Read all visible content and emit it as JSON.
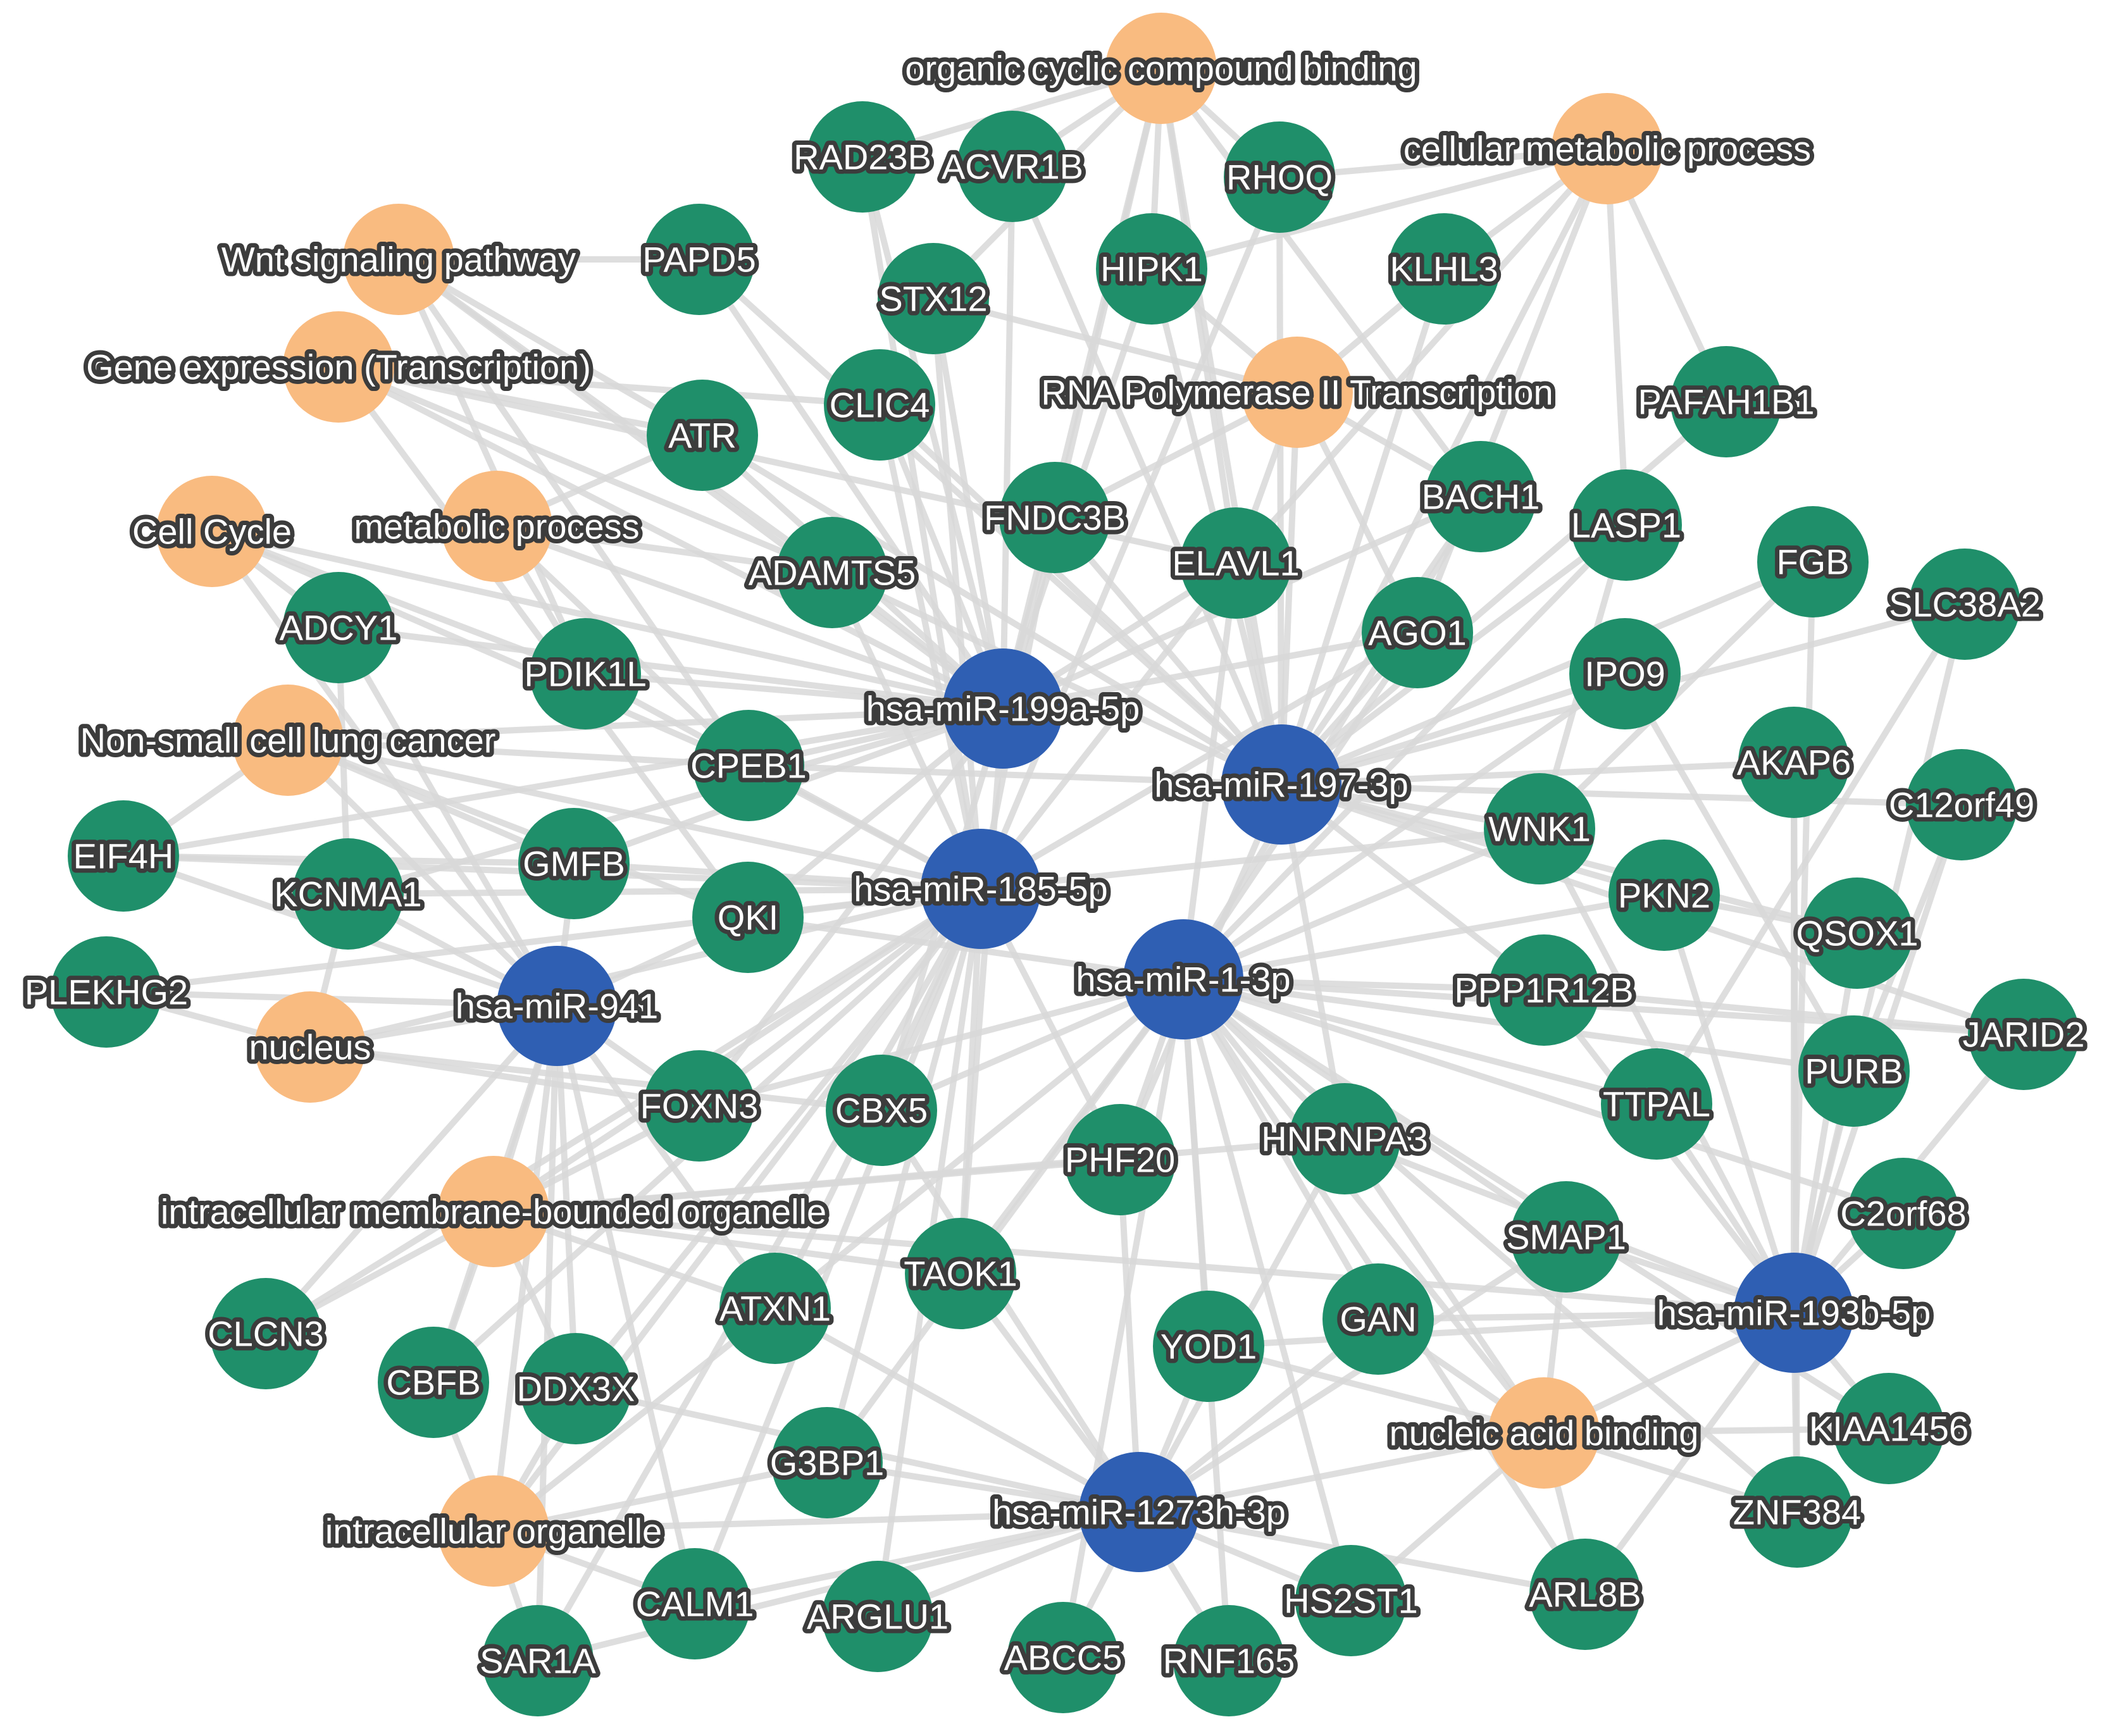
{
  "colors": {
    "mirna": "#2f5fb3",
    "gene": "#1f8f6a",
    "term": "#f9bb80",
    "edge": "#d9d9d9",
    "label_fill": "#ffffff",
    "label_outline": "#3c3c3c"
  },
  "nodes": [
    {
      "id": "mir199a",
      "label": "hsa-miR-199a-5p",
      "type": "mirna"
    },
    {
      "id": "mir197",
      "label": "hsa-miR-197-3p",
      "type": "mirna"
    },
    {
      "id": "mir185",
      "label": "hsa-miR-185-5p",
      "type": "mirna"
    },
    {
      "id": "mir1",
      "label": "hsa-miR-1-3p",
      "type": "mirna"
    },
    {
      "id": "mir941",
      "label": "hsa-miR-941",
      "type": "mirna"
    },
    {
      "id": "mir193b",
      "label": "hsa-miR-193b-5p",
      "type": "mirna"
    },
    {
      "id": "mir1273h",
      "label": "hsa-miR-1273h-3p",
      "type": "mirna"
    },
    {
      "id": "t_organic",
      "label": "organic cyclic compound binding",
      "type": "term"
    },
    {
      "id": "t_cellmeta",
      "label": "cellular metabolic process",
      "type": "term"
    },
    {
      "id": "t_wnt",
      "label": "Wnt signaling pathway",
      "type": "term"
    },
    {
      "id": "t_geneexp",
      "label": "Gene expression (Transcription)",
      "type": "term"
    },
    {
      "id": "t_rnapol",
      "label": "RNA Polymerase II Transcription",
      "type": "term"
    },
    {
      "id": "t_cellcycle",
      "label": "Cell Cycle",
      "type": "term"
    },
    {
      "id": "t_metabolic",
      "label": "metabolic process",
      "type": "term"
    },
    {
      "id": "t_nsclc",
      "label": "Non-small cell lung cancer",
      "type": "term"
    },
    {
      "id": "t_nucleus",
      "label": "nucleus",
      "type": "term"
    },
    {
      "id": "t_membrane",
      "label": "intracellular membrane-bounded organelle",
      "type": "term"
    },
    {
      "id": "t_nucleic",
      "label": "nucleic acid binding",
      "type": "term"
    },
    {
      "id": "t_organelle",
      "label": "intracellular organelle",
      "type": "term"
    },
    {
      "id": "RAD23B",
      "label": "RAD23B",
      "type": "gene"
    },
    {
      "id": "ACVR1B",
      "label": "ACVR1B",
      "type": "gene"
    },
    {
      "id": "RHOQ",
      "label": "RHOQ",
      "type": "gene"
    },
    {
      "id": "PAPD5",
      "label": "PAPD5",
      "type": "gene"
    },
    {
      "id": "STX12",
      "label": "STX12",
      "type": "gene"
    },
    {
      "id": "HIPK1",
      "label": "HIPK1",
      "type": "gene"
    },
    {
      "id": "KLHL3",
      "label": "KLHL3",
      "type": "gene"
    },
    {
      "id": "CLIC4",
      "label": "CLIC4",
      "type": "gene"
    },
    {
      "id": "ATR",
      "label": "ATR",
      "type": "gene"
    },
    {
      "id": "PAFAH1B1",
      "label": "PAFAH1B1",
      "type": "gene"
    },
    {
      "id": "FNDC3B",
      "label": "FNDC3B",
      "type": "gene"
    },
    {
      "id": "BACH1",
      "label": "BACH1",
      "type": "gene"
    },
    {
      "id": "LASP1",
      "label": "LASP1",
      "type": "gene"
    },
    {
      "id": "ADAMTS5",
      "label": "ADAMTS5",
      "type": "gene"
    },
    {
      "id": "ELAVL1",
      "label": "ELAVL1",
      "type": "gene"
    },
    {
      "id": "FGB",
      "label": "FGB",
      "type": "gene"
    },
    {
      "id": "SLC38A2",
      "label": "SLC38A2",
      "type": "gene"
    },
    {
      "id": "ADCY1",
      "label": "ADCY1",
      "type": "gene"
    },
    {
      "id": "AGO1",
      "label": "AGO1",
      "type": "gene"
    },
    {
      "id": "PDIK1L",
      "label": "PDIK1L",
      "type": "gene"
    },
    {
      "id": "IPO9",
      "label": "IPO9",
      "type": "gene"
    },
    {
      "id": "CPEB1",
      "label": "CPEB1",
      "type": "gene"
    },
    {
      "id": "AKAP6",
      "label": "AKAP6",
      "type": "gene"
    },
    {
      "id": "C12orf49",
      "label": "C12orf49",
      "type": "gene"
    },
    {
      "id": "EIF4H",
      "label": "EIF4H",
      "type": "gene"
    },
    {
      "id": "GMFB",
      "label": "GMFB",
      "type": "gene"
    },
    {
      "id": "WNK1",
      "label": "WNK1",
      "type": "gene"
    },
    {
      "id": "KCNMA1",
      "label": "KCNMA1",
      "type": "gene"
    },
    {
      "id": "QKI",
      "label": "QKI",
      "type": "gene"
    },
    {
      "id": "PKN2",
      "label": "PKN2",
      "type": "gene"
    },
    {
      "id": "QSOX1",
      "label": "QSOX1",
      "type": "gene"
    },
    {
      "id": "PLEKHG2",
      "label": "PLEKHG2",
      "type": "gene"
    },
    {
      "id": "PPP1R12B",
      "label": "PPP1R12B",
      "type": "gene"
    },
    {
      "id": "JARID2",
      "label": "JARID2",
      "type": "gene"
    },
    {
      "id": "PURB",
      "label": "PURB",
      "type": "gene"
    },
    {
      "id": "TTPAL",
      "label": "TTPAL",
      "type": "gene"
    },
    {
      "id": "FOXN3",
      "label": "FOXN3",
      "type": "gene"
    },
    {
      "id": "CBX5",
      "label": "CBX5",
      "type": "gene"
    },
    {
      "id": "HNRNPA3",
      "label": "HNRNPA3",
      "type": "gene"
    },
    {
      "id": "PHF20",
      "label": "PHF20",
      "type": "gene"
    },
    {
      "id": "C2orf68",
      "label": "C2orf68",
      "type": "gene"
    },
    {
      "id": "SMAP1",
      "label": "SMAP1",
      "type": "gene"
    },
    {
      "id": "TAOK1",
      "label": "TAOK1",
      "type": "gene"
    },
    {
      "id": "ATXN1",
      "label": "ATXN1",
      "type": "gene"
    },
    {
      "id": "GAN",
      "label": "GAN",
      "type": "gene"
    },
    {
      "id": "CLCN3",
      "label": "CLCN3",
      "type": "gene"
    },
    {
      "id": "YOD1",
      "label": "YOD1",
      "type": "gene"
    },
    {
      "id": "CBFB",
      "label": "CBFB",
      "type": "gene"
    },
    {
      "id": "DDX3X",
      "label": "DDX3X",
      "type": "gene"
    },
    {
      "id": "KIAA1456",
      "label": "KIAA1456",
      "type": "gene"
    },
    {
      "id": "G3BP1",
      "label": "G3BP1",
      "type": "gene"
    },
    {
      "id": "ZNF384",
      "label": "ZNF384",
      "type": "gene"
    },
    {
      "id": "CALM1",
      "label": "CALM1",
      "type": "gene"
    },
    {
      "id": "ARGLU1",
      "label": "ARGLU1",
      "type": "gene"
    },
    {
      "id": "HS2ST1",
      "label": "HS2ST1",
      "type": "gene"
    },
    {
      "id": "ARL8B",
      "label": "ARL8B",
      "type": "gene"
    },
    {
      "id": "SAR1A",
      "label": "SAR1A",
      "type": "gene"
    },
    {
      "id": "ABCC5",
      "label": "ABCC5",
      "type": "gene"
    },
    {
      "id": "RNF165",
      "label": "RNF165",
      "type": "gene"
    }
  ],
  "edges": [
    [
      "mir199a",
      "RAD23B"
    ],
    [
      "mir199a",
      "ACVR1B"
    ],
    [
      "mir199a",
      "PAPD5"
    ],
    [
      "mir199a",
      "STX12"
    ],
    [
      "mir199a",
      "HIPK1"
    ],
    [
      "mir199a",
      "CLIC4"
    ],
    [
      "mir199a",
      "ATR"
    ],
    [
      "mir199a",
      "FNDC3B"
    ],
    [
      "mir199a",
      "ADAMTS5"
    ],
    [
      "mir199a",
      "ADCY1"
    ],
    [
      "mir199a",
      "PDIK1L"
    ],
    [
      "mir199a",
      "CPEB1"
    ],
    [
      "mir199a",
      "GMFB"
    ],
    [
      "mir199a",
      "EIF4H"
    ],
    [
      "mir199a",
      "KCNMA1"
    ],
    [
      "mir199a",
      "QKI"
    ],
    [
      "mir199a",
      "ELAVL1"
    ],
    [
      "mir199a",
      "AGO1"
    ],
    [
      "mir199a",
      "BACH1"
    ],
    [
      "mir199a",
      "t_wnt"
    ],
    [
      "mir199a",
      "t_geneexp"
    ],
    [
      "mir199a",
      "t_metabolic"
    ],
    [
      "mir199a",
      "t_cellcycle"
    ],
    [
      "mir199a",
      "t_organic"
    ],
    [
      "mir199a",
      "t_nsclc"
    ],
    [
      "mir199a",
      "FOXN3"
    ],
    [
      "mir199a",
      "CBX5"
    ],
    [
      "mir199a",
      "TAOK1"
    ],
    [
      "mir197",
      "RHOQ"
    ],
    [
      "mir197",
      "KLHL3"
    ],
    [
      "mir197",
      "PAFAH1B1"
    ],
    [
      "mir197",
      "BACH1"
    ],
    [
      "mir197",
      "LASP1"
    ],
    [
      "mir197",
      "FGB"
    ],
    [
      "mir197",
      "SLC38A2"
    ],
    [
      "mir197",
      "AGO1"
    ],
    [
      "mir197",
      "IPO9"
    ],
    [
      "mir197",
      "AKAP6"
    ],
    [
      "mir197",
      "C12orf49"
    ],
    [
      "mir197",
      "WNK1"
    ],
    [
      "mir197",
      "PKN2"
    ],
    [
      "mir197",
      "QSOX1"
    ],
    [
      "mir197",
      "PPP1R12B"
    ],
    [
      "mir197",
      "JARID2"
    ],
    [
      "mir197",
      "t_cellmeta"
    ],
    [
      "mir197",
      "t_rnapol"
    ],
    [
      "mir197",
      "t_organic"
    ],
    [
      "mir197",
      "ELAVL1"
    ],
    [
      "mir197",
      "FNDC3B"
    ],
    [
      "mir197",
      "ACVR1B"
    ],
    [
      "mir197",
      "HIPK1"
    ],
    [
      "mir197",
      "CLIC4"
    ],
    [
      "mir197",
      "ADAMTS5"
    ],
    [
      "mir197",
      "CPEB1"
    ],
    [
      "mir197",
      "PHF20"
    ],
    [
      "mir197",
      "HNRNPA3"
    ],
    [
      "mir197",
      "ATR"
    ],
    [
      "mir197",
      "PAPD5"
    ],
    [
      "mir185",
      "STX12"
    ],
    [
      "mir185",
      "CLIC4"
    ],
    [
      "mir185",
      "FNDC3B"
    ],
    [
      "mir185",
      "ADAMTS5"
    ],
    [
      "mir185",
      "PDIK1L"
    ],
    [
      "mir185",
      "CPEB1"
    ],
    [
      "mir185",
      "GMFB"
    ],
    [
      "mir185",
      "QKI"
    ],
    [
      "mir185",
      "KCNMA1"
    ],
    [
      "mir185",
      "EIF4H"
    ],
    [
      "mir185",
      "PLEKHG2"
    ],
    [
      "mir185",
      "FOXN3"
    ],
    [
      "mir185",
      "CBX5"
    ],
    [
      "mir185",
      "PHF20"
    ],
    [
      "mir185",
      "TAOK1"
    ],
    [
      "mir185",
      "ATXN1"
    ],
    [
      "mir185",
      "G3BP1"
    ],
    [
      "mir185",
      "CALM1"
    ],
    [
      "mir185",
      "ARGLU1"
    ],
    [
      "mir185",
      "CBFB"
    ],
    [
      "mir185",
      "DDX3X"
    ],
    [
      "mir185",
      "CLCN3"
    ],
    [
      "mir185",
      "t_membrane"
    ],
    [
      "mir185",
      "t_nucleus"
    ],
    [
      "mir185",
      "t_nsclc"
    ],
    [
      "mir185",
      "ELAVL1"
    ],
    [
      "mir185",
      "AGO1"
    ],
    [
      "mir185",
      "RAD23B"
    ],
    [
      "mir185",
      "RHOQ"
    ],
    [
      "mir185",
      "t_organelle"
    ],
    [
      "mir185",
      "SAR1A"
    ],
    [
      "mir185",
      "WNK1"
    ],
    [
      "mir1",
      "ELAVL1"
    ],
    [
      "mir1",
      "AGO1"
    ],
    [
      "mir1",
      "WNK1"
    ],
    [
      "mir1",
      "PKN2"
    ],
    [
      "mir1",
      "PPP1R12B"
    ],
    [
      "mir1",
      "TTPAL"
    ],
    [
      "mir1",
      "PURB"
    ],
    [
      "mir1",
      "HNRNPA3"
    ],
    [
      "mir1",
      "PHF20"
    ],
    [
      "mir1",
      "SMAP1"
    ],
    [
      "mir1",
      "GAN"
    ],
    [
      "mir1",
      "YOD1"
    ],
    [
      "mir1",
      "TAOK1"
    ],
    [
      "mir1",
      "HS2ST1"
    ],
    [
      "mir1",
      "ARL8B"
    ],
    [
      "mir1",
      "RNF165"
    ],
    [
      "mir1",
      "ABCC5"
    ],
    [
      "mir1",
      "t_nucleic"
    ],
    [
      "mir1",
      "ZNF384"
    ],
    [
      "mir1",
      "KIAA1456"
    ],
    [
      "mir1",
      "C2orf68"
    ],
    [
      "mir1",
      "IPO9"
    ],
    [
      "mir1",
      "LASP1"
    ],
    [
      "mir1",
      "QKI"
    ],
    [
      "mir1",
      "CBX5"
    ],
    [
      "mir1",
      "FOXN3"
    ],
    [
      "mir1",
      "ATXN1"
    ],
    [
      "mir1",
      "G3BP1"
    ],
    [
      "mir1",
      "BACH1"
    ],
    [
      "mir1",
      "JARID2"
    ],
    [
      "mir941",
      "PLEKHG2"
    ],
    [
      "mir941",
      "EIF4H"
    ],
    [
      "mir941",
      "KCNMA1"
    ],
    [
      "mir941",
      "t_nucleus"
    ],
    [
      "mir941",
      "t_membrane"
    ],
    [
      "mir941",
      "CLCN3"
    ],
    [
      "mir941",
      "CBFB"
    ],
    [
      "mir941",
      "DDX3X"
    ],
    [
      "mir941",
      "t_organelle"
    ],
    [
      "mir941",
      "SAR1A"
    ],
    [
      "mir941",
      "GMFB"
    ],
    [
      "mir941",
      "QKI"
    ],
    [
      "mir941",
      "ADCY1"
    ],
    [
      "mir941",
      "t_cellcycle"
    ],
    [
      "mir941",
      "t_nsclc"
    ],
    [
      "mir941",
      "CALM1"
    ],
    [
      "mir941",
      "FOXN3"
    ],
    [
      "mir941",
      "ATXN1"
    ],
    [
      "mir193b",
      "SMAP1"
    ],
    [
      "mir193b",
      "C2orf68"
    ],
    [
      "mir193b",
      "KIAA1456"
    ],
    [
      "mir193b",
      "ZNF384"
    ],
    [
      "mir193b",
      "t_nucleic"
    ],
    [
      "mir193b",
      "ARL8B"
    ],
    [
      "mir193b",
      "PURB"
    ],
    [
      "mir193b",
      "TTPAL"
    ],
    [
      "mir193b",
      "QSOX1"
    ],
    [
      "mir193b",
      "AKAP6"
    ],
    [
      "mir193b",
      "C12orf49"
    ],
    [
      "mir193b",
      "SLC38A2"
    ],
    [
      "mir193b",
      "JARID2"
    ],
    [
      "mir193b",
      "HNRNPA3"
    ],
    [
      "mir193b",
      "GAN"
    ],
    [
      "mir193b",
      "PKN2"
    ],
    [
      "mir193b",
      "WNK1"
    ],
    [
      "mir193b",
      "FGB"
    ],
    [
      "mir193b",
      "YOD1"
    ],
    [
      "mir193b",
      "PPP1R12B"
    ],
    [
      "mir193b",
      "t_membrane"
    ],
    [
      "mir1273h",
      "ABCC5"
    ],
    [
      "mir1273h",
      "RNF165"
    ],
    [
      "mir1273h",
      "HS2ST1"
    ],
    [
      "mir1273h",
      "ARGLU1"
    ],
    [
      "mir1273h",
      "G3BP1"
    ],
    [
      "mir1273h",
      "CALM1"
    ],
    [
      "mir1273h",
      "SAR1A"
    ],
    [
      "mir1273h",
      "YOD1"
    ],
    [
      "mir1273h",
      "GAN"
    ],
    [
      "mir1273h",
      "TAOK1"
    ],
    [
      "mir1273h",
      "PHF20"
    ],
    [
      "mir1273h",
      "ATXN1"
    ],
    [
      "mir1273h",
      "t_organelle"
    ],
    [
      "mir1273h",
      "t_nucleic"
    ],
    [
      "mir1273h",
      "ARL8B"
    ],
    [
      "mir1273h",
      "HNRNPA3"
    ],
    [
      "mir1273h",
      "CBX5"
    ],
    [
      "mir1273h",
      "DDX3X"
    ],
    [
      "mir1273h",
      "SMAP1"
    ],
    [
      "t_organic",
      "RAD23B"
    ],
    [
      "t_organic",
      "ACVR1B"
    ],
    [
      "t_organic",
      "STX12"
    ],
    [
      "t_organic",
      "HIPK1"
    ],
    [
      "t_organic",
      "RHOQ"
    ],
    [
      "t_organic",
      "ELAVL1"
    ],
    [
      "t_organic",
      "FNDC3B"
    ],
    [
      "t_organic",
      "BACH1"
    ],
    [
      "t_cellmeta",
      "KLHL3"
    ],
    [
      "t_cellmeta",
      "RHOQ"
    ],
    [
      "t_cellmeta",
      "PAFAH1B1"
    ],
    [
      "t_cellmeta",
      "LASP1"
    ],
    [
      "t_cellmeta",
      "ELAVL1"
    ],
    [
      "t_cellmeta",
      "AGO1"
    ],
    [
      "t_cellmeta",
      "HIPK1"
    ],
    [
      "t_rnapol",
      "HIPK1"
    ],
    [
      "t_rnapol",
      "KLHL3"
    ],
    [
      "t_rnapol",
      "ELAVL1"
    ],
    [
      "t_rnapol",
      "AGO1"
    ],
    [
      "t_rnapol",
      "BACH1"
    ],
    [
      "t_rnapol",
      "FNDC3B"
    ],
    [
      "t_rnapol",
      "STX12"
    ],
    [
      "t_wnt",
      "PAPD5"
    ],
    [
      "t_wnt",
      "ATR"
    ],
    [
      "t_wnt",
      "ADAMTS5"
    ],
    [
      "t_wnt",
      "PDIK1L"
    ],
    [
      "t_wnt",
      "CPEB1"
    ],
    [
      "t_geneexp",
      "ATR"
    ],
    [
      "t_geneexp",
      "ADAMTS5"
    ],
    [
      "t_geneexp",
      "CLIC4"
    ],
    [
      "t_geneexp",
      "ELAVL1"
    ],
    [
      "t_geneexp",
      "QKI"
    ],
    [
      "t_metabolic",
      "ADAMTS5"
    ],
    [
      "t_metabolic",
      "PDIK1L"
    ],
    [
      "t_metabolic",
      "CPEB1"
    ],
    [
      "t_metabolic",
      "ATR"
    ],
    [
      "t_cellcycle",
      "ADCY1"
    ],
    [
      "t_cellcycle",
      "PDIK1L"
    ],
    [
      "t_cellcycle",
      "CPEB1"
    ],
    [
      "t_nsclc",
      "GMFB"
    ],
    [
      "t_nsclc",
      "EIF4H"
    ],
    [
      "t_nsclc",
      "QKI"
    ],
    [
      "t_nsclc",
      "CPEB1"
    ],
    [
      "t_nucleus",
      "KCNMA1"
    ],
    [
      "t_nucleus",
      "PLEKHG2"
    ],
    [
      "t_nucleus",
      "FOXN3"
    ],
    [
      "t_nucleus",
      "CBX5"
    ],
    [
      "t_membrane",
      "FOXN3"
    ],
    [
      "t_membrane",
      "ATXN1"
    ],
    [
      "t_membrane",
      "CLCN3"
    ],
    [
      "t_membrane",
      "CBFB"
    ],
    [
      "t_membrane",
      "DDX3X"
    ],
    [
      "t_membrane",
      "TAOK1"
    ],
    [
      "t_membrane",
      "PHF20"
    ],
    [
      "t_membrane",
      "HNRNPA3"
    ],
    [
      "t_organelle",
      "DDX3X"
    ],
    [
      "t_organelle",
      "CBFB"
    ],
    [
      "t_organelle",
      "CALM1"
    ],
    [
      "t_organelle",
      "SAR1A"
    ],
    [
      "t_organelle",
      "G3BP1"
    ],
    [
      "t_organelle",
      "ATXN1"
    ],
    [
      "t_nucleic",
      "GAN"
    ],
    [
      "t_nucleic",
      "ARL8B"
    ],
    [
      "t_nucleic",
      "ZNF384"
    ],
    [
      "t_nucleic",
      "HNRNPA3"
    ],
    [
      "t_nucleic",
      "SMAP1"
    ],
    [
      "t_nucleic",
      "YOD1"
    ],
    [
      "t_nucleic",
      "HS2ST1"
    ],
    [
      "t_nucleic",
      "KIAA1456"
    ],
    [
      "PPP1R12B",
      "JARID2"
    ],
    [
      "PKN2",
      "QSOX1"
    ],
    [
      "IPO9",
      "PURB"
    ],
    [
      "AKAP6",
      "ZNF384"
    ],
    [
      "SLC38A2",
      "TTPAL"
    ],
    [
      "FGB",
      "WNK1"
    ],
    [
      "C12orf49",
      "PURB"
    ],
    [
      "LASP1",
      "WNK1"
    ],
    [
      "ADCY1",
      "KCNMA1"
    ],
    [
      "EIF4H",
      "GMFB"
    ]
  ]
}
